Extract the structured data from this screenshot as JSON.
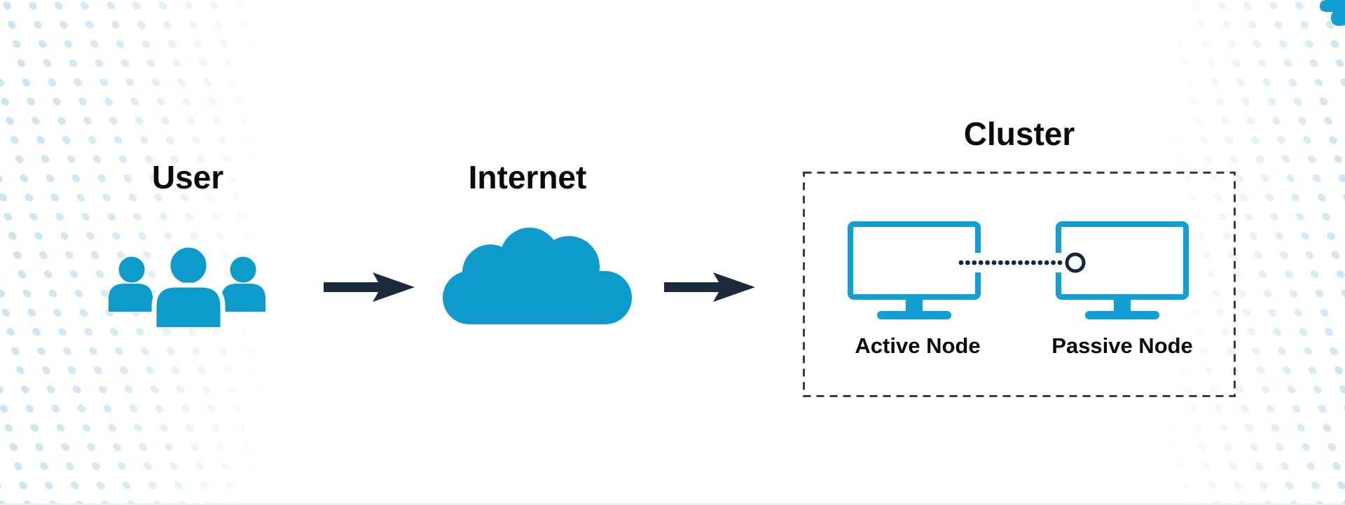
{
  "diagram": {
    "titles": {
      "user": "User",
      "internet": "Internet",
      "cluster": "Cluster"
    },
    "cluster": {
      "active_node_label": "Active Node",
      "passive_node_label": "Passive Node"
    },
    "icons": {
      "user": "users-group-icon",
      "internet": "cloud-icon",
      "flow": "arrow-right-icon",
      "node": "monitor-icon",
      "link": "dotted-connector-with-circle-endpoint-icon",
      "decoration": "corner-gear-icon"
    },
    "colors": {
      "icon_cyan": "#0C9BCA",
      "monitor_cyan": "#12A0D4",
      "arrow_navy": "#1B2A3B",
      "connector_navy": "#14293E",
      "cluster_border": "#3C3C3C",
      "label_text": "#0B0B0B",
      "background_dot": "#CBE5F1"
    }
  }
}
